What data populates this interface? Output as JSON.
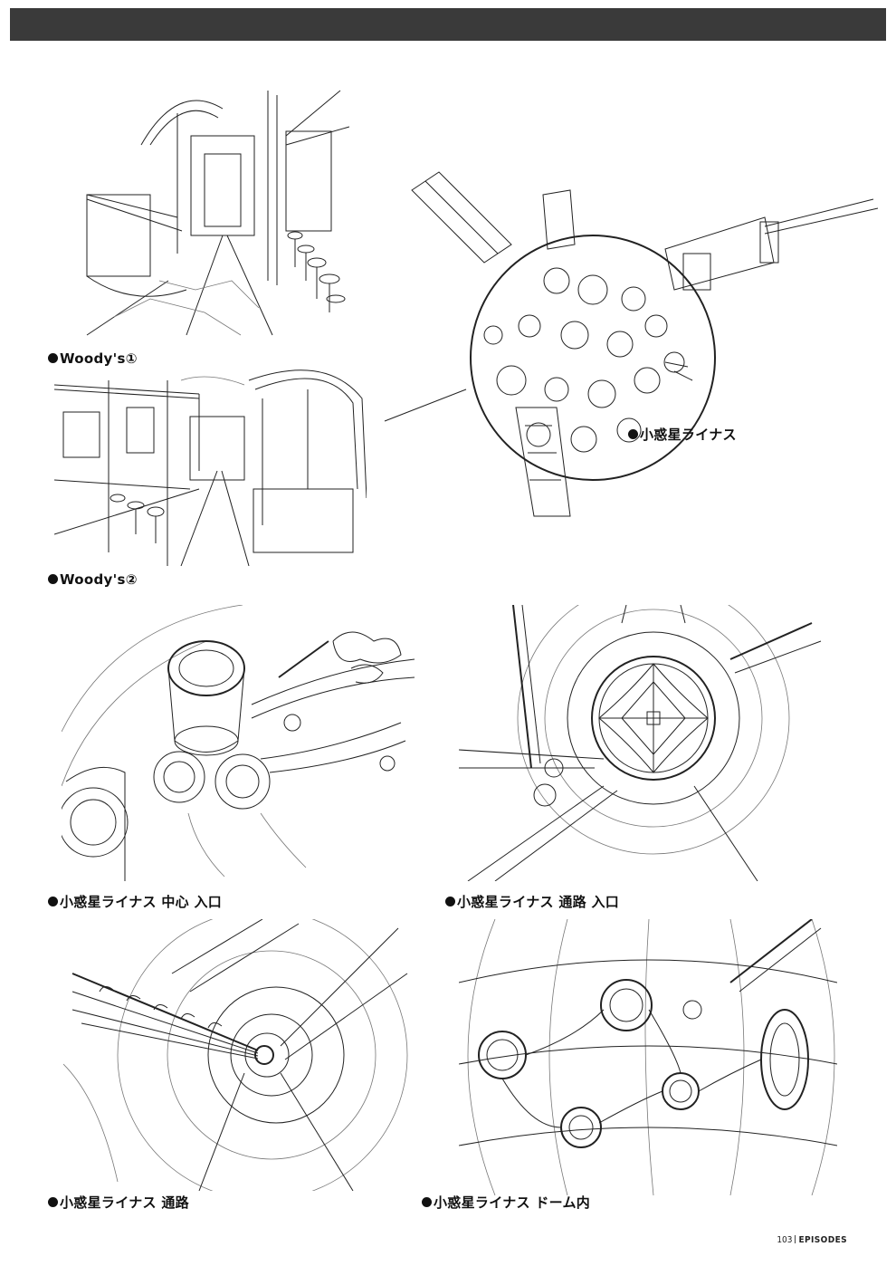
{
  "captions": {
    "woodys_1": "Woody's①",
    "woodys_2": "Woody's②",
    "asteroid": "小惑星ライナス",
    "center_entrance": "小惑星ライナス 中心 入口",
    "passage_entrance": "小惑星ライナス 通路 入口",
    "passage": "小惑星ライナス 通路",
    "dome_interior": "小惑星ライナス ドーム内"
  },
  "footer": {
    "page_number": "103",
    "section": "EPISODES"
  },
  "colors": {
    "header_bar": "#3a3a3a",
    "ink": "#222222",
    "paper": "#ffffff"
  }
}
